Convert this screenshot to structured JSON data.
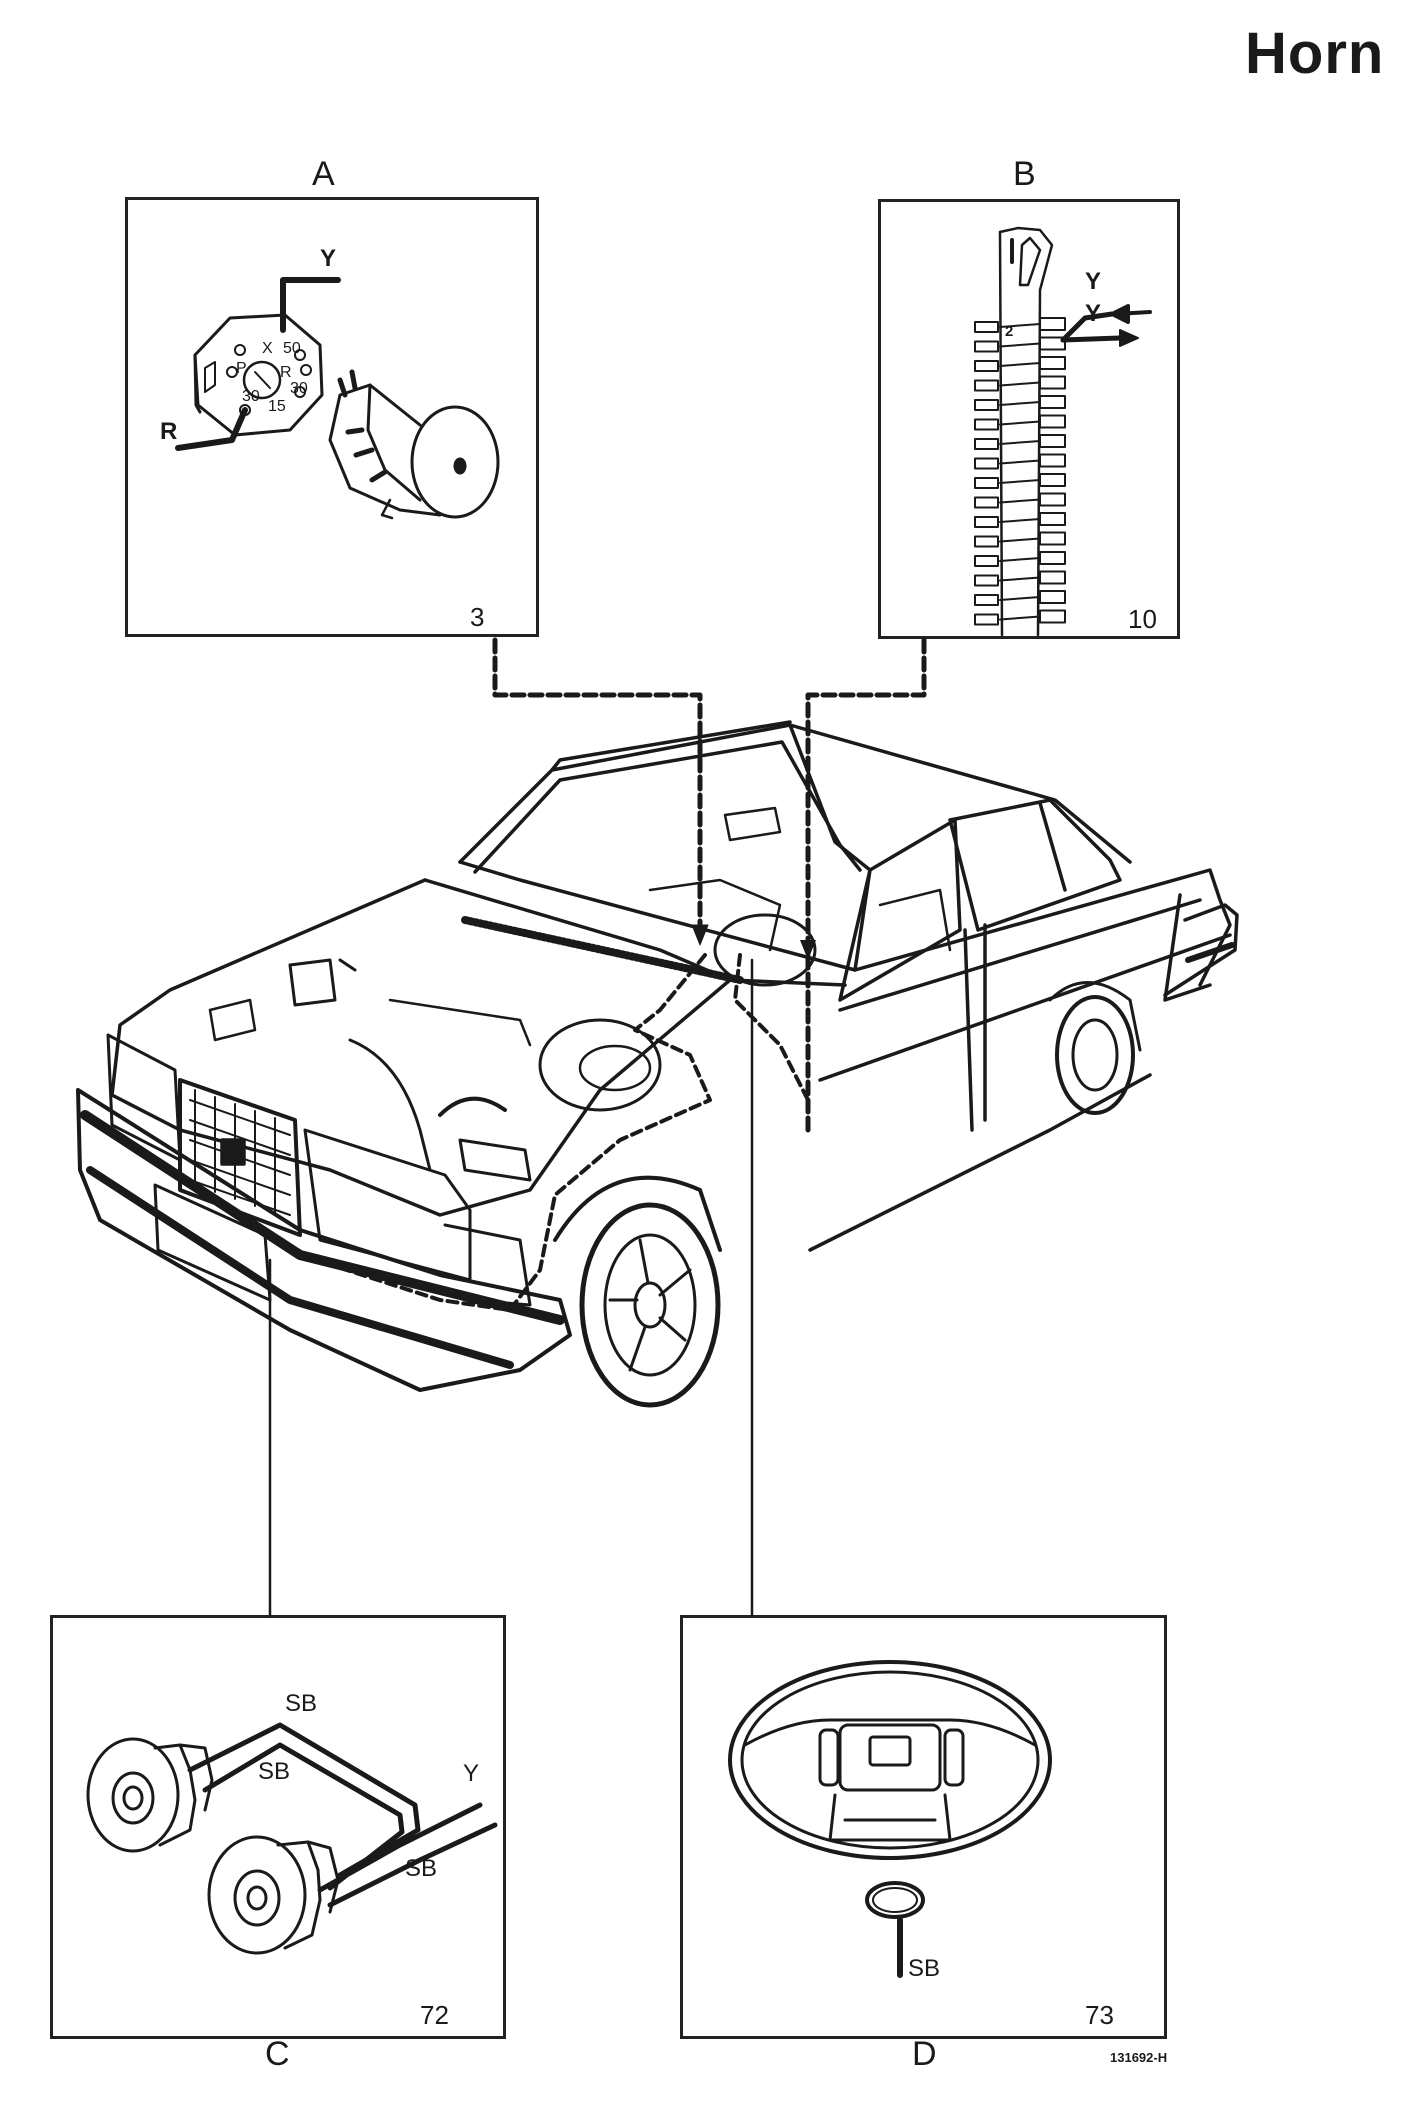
{
  "title": "Horn",
  "panels": {
    "A": {
      "letter": "A",
      "number": "3",
      "wires": [
        "Y",
        "R"
      ],
      "terminals": [
        "X",
        "50",
        "P",
        "R",
        "30",
        "30",
        "15"
      ]
    },
    "B": {
      "letter": "B",
      "number": "10",
      "wires": [
        "Y",
        "Y"
      ],
      "terminal": "2"
    },
    "C": {
      "letter": "C",
      "number": "72",
      "wires": [
        "SB",
        "SB",
        "Y",
        "SB"
      ]
    },
    "D": {
      "letter": "D",
      "number": "73",
      "wires": [
        "SB"
      ]
    }
  },
  "reference": "131692-H"
}
